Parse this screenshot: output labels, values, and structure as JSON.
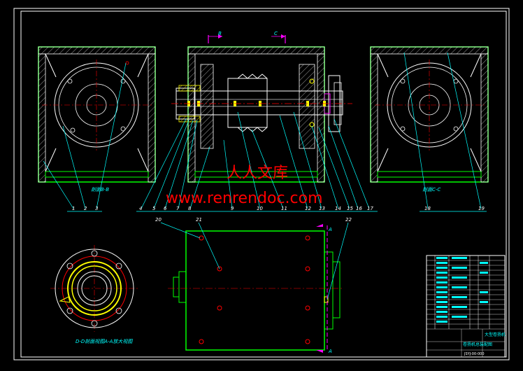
{
  "drawing": {
    "views": {
      "left_section_label": "剖面B-B",
      "right_section_label": "剖面C-C",
      "bottom_left_label": "D-D剖面视图A-A放大视图",
      "section_marks": [
        "B",
        "C",
        "A",
        "A"
      ]
    },
    "part_numbers": [
      "1",
      "2",
      "3",
      "4",
      "5",
      "6",
      "7",
      "8",
      "9",
      "10",
      "11",
      "12",
      "13",
      "14",
      "15",
      "16",
      "17",
      "18",
      "19",
      "20",
      "21",
      "22"
    ],
    "watermark": {
      "line1": "人人文库",
      "line2": "www.renrendoc.com"
    },
    "title_block": {
      "title": "大型卷扬机",
      "subtitle": "卷扬机总装配图",
      "drawing_no": "JSYJ-00-000"
    },
    "colors": {
      "background": "#000000",
      "frame": "#00ff00",
      "leader": "#00ffff",
      "center_line": "#ff0000",
      "hatch": "#ffff00",
      "text": "#ffffff",
      "accent": "#ff00ff"
    }
  }
}
